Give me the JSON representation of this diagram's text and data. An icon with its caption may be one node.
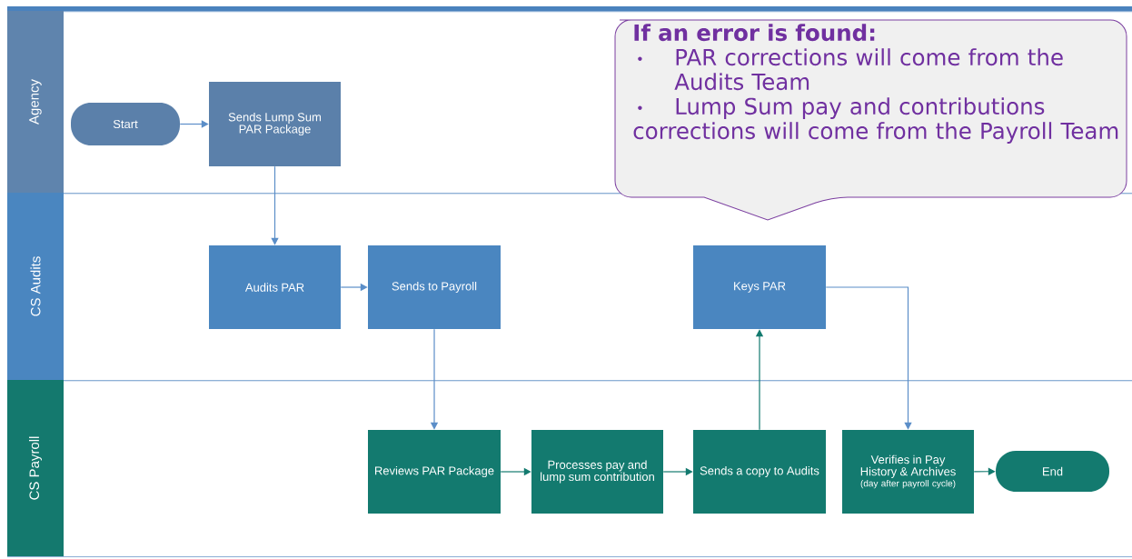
{
  "diagram": {
    "nodes": [
      {
        "text": [
          "Agency"
        ]
      },
      {
        "text": [
          "CS Audits"
        ]
      },
      {
        "text": [
          "CS Payroll"
        ]
      },
      {
        "text": [
          "Start"
        ],
        "in": 0
      },
      {
        "text": [
          "Sends Lump Sum PAR Package"
        ],
        "in": 0
      },
      {
        "text": [
          "Audits PAR"
        ],
        "in": 1
      },
      {
        "text": [
          "Sends to Payroll"
        ],
        "in": 1
      },
      {
        "text": [
          "Keys PAR"
        ],
        "in": 1
      },
      {
        "text": [
          "Reviews PAR Package"
        ],
        "in": 2
      },
      {
        "text": [
          "Processes pay and lump sum contribution"
        ],
        "in": 2
      },
      {
        "text": [
          "Sends a copy to Audits"
        ],
        "in": 2
      },
      {
        "text": [
          "Verifies in Pay History & Archives",
          "(day after payroll cycle)"
        ],
        "in": 2
      },
      {
        "text": [
          "End"
        ],
        "in": 2
      },
      {
        "text": [
          "If an error is found:",
          "PAR corrections will come from the Audits Team",
          "Lump Sum pay and contributions corrections will come from the Payroll Team"
        ]
      }
    ],
    "edges": [
      {
        "from": 3,
        "to": 4,
        "arrow": "to"
      },
      {
        "from": 4,
        "to": 5,
        "arrow": "to"
      },
      {
        "from": 5,
        "to": 6,
        "arrow": "to"
      },
      {
        "from": 6,
        "to": 8,
        "arrow": "to"
      },
      {
        "from": 8,
        "to": 9,
        "arrow": "to",
        "color": "#137a6f"
      },
      {
        "from": 9,
        "to": 10,
        "arrow": "to",
        "color": "#137a6f"
      },
      {
        "from": 10,
        "to": 7,
        "arrow": "to",
        "color": "#137a6f"
      },
      {
        "from": 7,
        "to": 11,
        "arrow": "to"
      },
      {
        "from": 11,
        "to": 12,
        "arrow": "to",
        "color": "#137a6f"
      }
    ]
  }
}
